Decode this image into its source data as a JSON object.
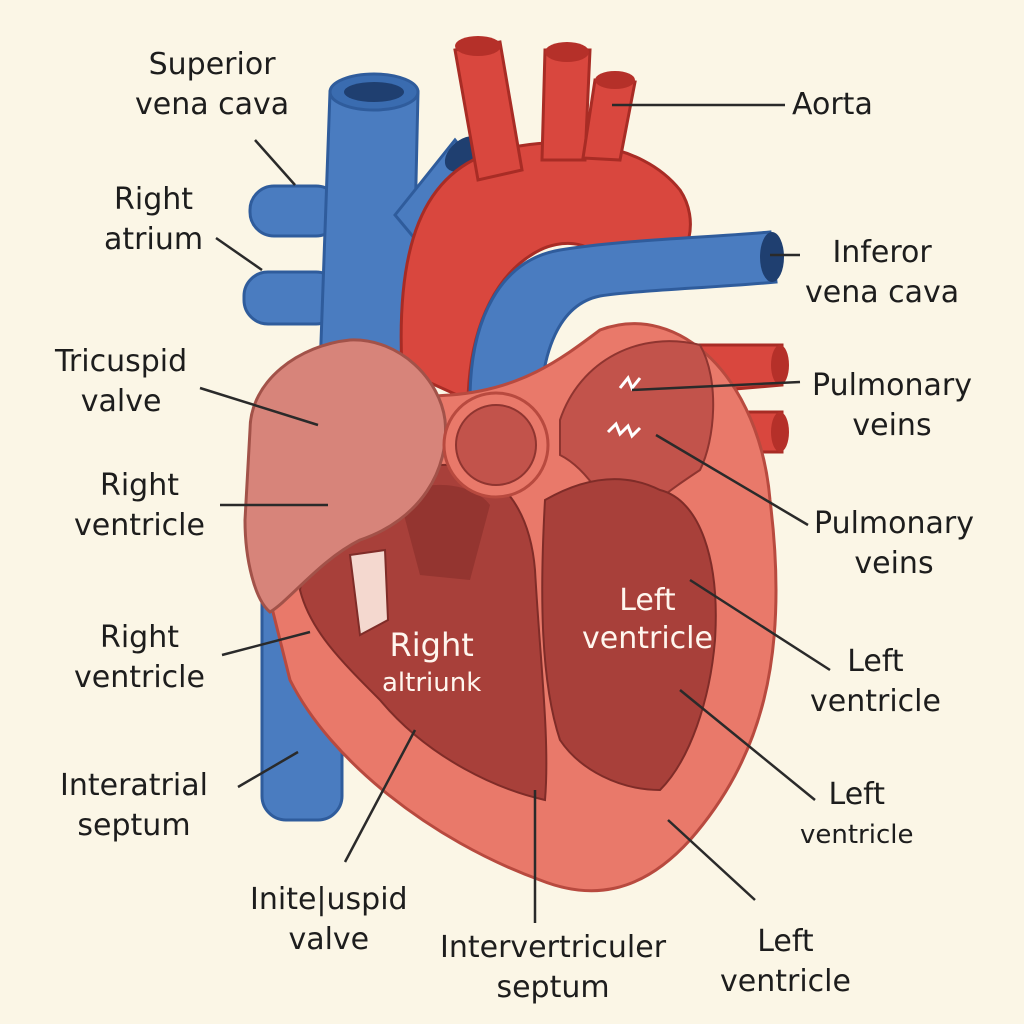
{
  "colors": {
    "background": "#fbf6e6",
    "vein_blue": "#4a7cc0",
    "artery_red": "#d9473e",
    "muscle_outer": "#e9796a",
    "chamber_inner": "#a8403a",
    "atrium_pink": "#d7847a",
    "leader_line": "#2a2a2a"
  },
  "labels": {
    "superior_vena_cava": [
      "Superior",
      "vena cava"
    ],
    "aorta": [
      "Aorta"
    ],
    "right_atrium": [
      "Right",
      "atrium"
    ],
    "inferior_vena_cava": [
      "Inferor",
      "vena cava"
    ],
    "tricuspid_valve": [
      "Tricuspid",
      "valve"
    ],
    "pulmonary_veins_1": [
      "Pulmonary",
      "veins"
    ],
    "right_ventricle_1": [
      "Right",
      "ventricle"
    ],
    "pulmonary_veins_2": [
      "Pulmonary",
      "veins"
    ],
    "right_ventricle_2": [
      "Right",
      "ventricle"
    ],
    "left_ventricle_1": [
      "Left",
      "ventricle"
    ],
    "interatrial_septum": [
      "Interatrial",
      "septum"
    ],
    "left_ventricle_2": [
      "Left",
      "ventricle"
    ],
    "inteluspid_valve": [
      "Inite|uspid",
      "valve"
    ],
    "intervertricular_septum": [
      "Intervertriculer",
      "septum"
    ],
    "left_ventricle_3": [
      "Left",
      "ventricle"
    ]
  },
  "inner_labels": {
    "right_chamber": [
      "Right",
      "altriunk"
    ],
    "left_chamber": [
      "Left",
      "ventricle"
    ]
  }
}
